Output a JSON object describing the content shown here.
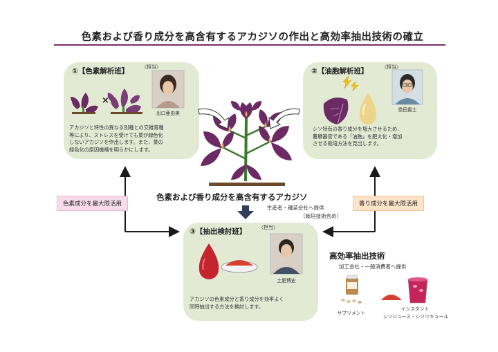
{
  "title": "色素および香り成分を高含有するアカジソの作出と高効率抽出技術の確立",
  "panels": {
    "p1": {
      "title": "①【色素解析班】",
      "tanto": "〈担当〉",
      "name": "出口亜由美",
      "desc": [
        "アカジソと特性の異なる別種との交雑育種",
        "等により、ストレスを受けても葉が緑色化",
        "しないアカジソを作出します。また、葉の",
        "緑色化の原因機構を明らかにします。"
      ]
    },
    "p2": {
      "title": "②【油胞解析班】",
      "tanto": "〈担当〉",
      "name": "島田貴士",
      "desc": [
        "シソ特有の香り成分を増大させるため、",
        "蓄積器官である「油胞」を肥大化・増加",
        "させる栽培方法を見出します。"
      ]
    },
    "p3": {
      "title": "③【抽出検討班】",
      "tanto": "〈担当〉",
      "name": "土肥博史",
      "desc": [
        "アカジソの色素成分と香り成分を効率よく",
        "同時抽出する方法を検討します。"
      ]
    }
  },
  "center": {
    "label": "色素および香り成分を高含有するアカジソ",
    "sub1": "生産者・種苗会社へ提供",
    "sub2": "（栽培技術含め）"
  },
  "tags": {
    "left": "色素成分を最大限活用",
    "right": "香り成分を最大限活用"
  },
  "efficient": {
    "title": "高効率抽出技術",
    "sub": "加工会社・一般消費者へ提供",
    "supplement": "サプリメント",
    "instant_line1": "インスタント",
    "instant_line2": "シソジュース・シソリキュール"
  },
  "colors": {
    "title_rule": "#7b2b6e",
    "panel_bg": "#e3ead4",
    "perilla": "#6b2a63",
    "arrow": "#1a1a1a",
    "tag_left": "#f8dbe8",
    "tag_right": "#fde3c8"
  },
  "icons": [
    "cross-icon",
    "lightning-icon",
    "oil-drop-icon",
    "pigment-drop-icon",
    "down-arrow-icon"
  ]
}
